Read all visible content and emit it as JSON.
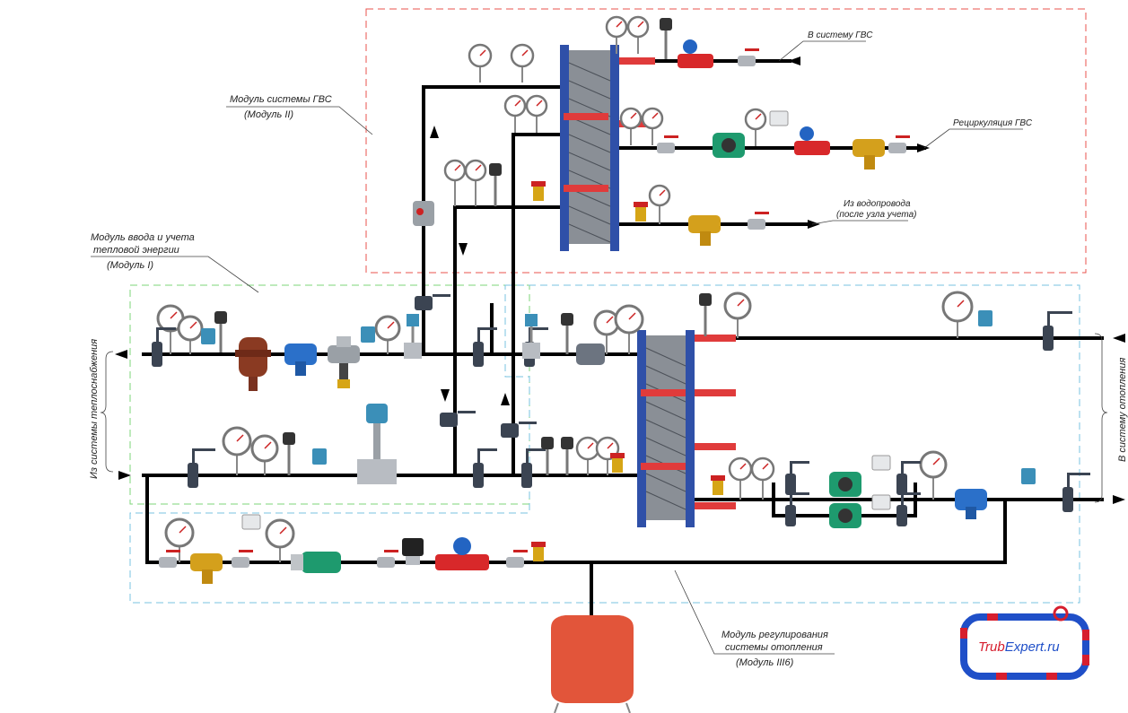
{
  "labels": {
    "module_gvs_line1": "Модуль системы ГВС",
    "module_gvs_line2": "(Модуль II)",
    "module_input_line1": "Модуль ввода и учета",
    "module_input_line2": "тепловой энергии",
    "module_input_line3": "(Модуль I)",
    "module_heating_line1": "Модуль регулирования",
    "module_heating_line2": "системы отопления",
    "module_heating_line3": "(Модуль III6)",
    "to_gvs": "В систему ГВС",
    "recirculation": "Рециркуляция ГВС",
    "from_water_line1": "Из водопровода",
    "from_water_line2": "(после узла учета)",
    "from_heat_supply": "Из системы теплоснабжения",
    "to_heating": "В систему отопления"
  },
  "logo": {
    "part1": "Trub",
    "part2": "Expert",
    "part3": ".ru"
  },
  "colors": {
    "gvs_module": "#e8534e",
    "input_module": "#7ed67a",
    "heating_module": "#79c3e0",
    "exchanger": "#2f50a8",
    "pump": "#1e9a6e",
    "pipe": "#000000",
    "red_pipe": "#e03b3b",
    "filter": "#d4a01c",
    "tank": "#e2553a",
    "logo_blue": "#1f4fc8",
    "logo_red": "#d61e2e"
  }
}
